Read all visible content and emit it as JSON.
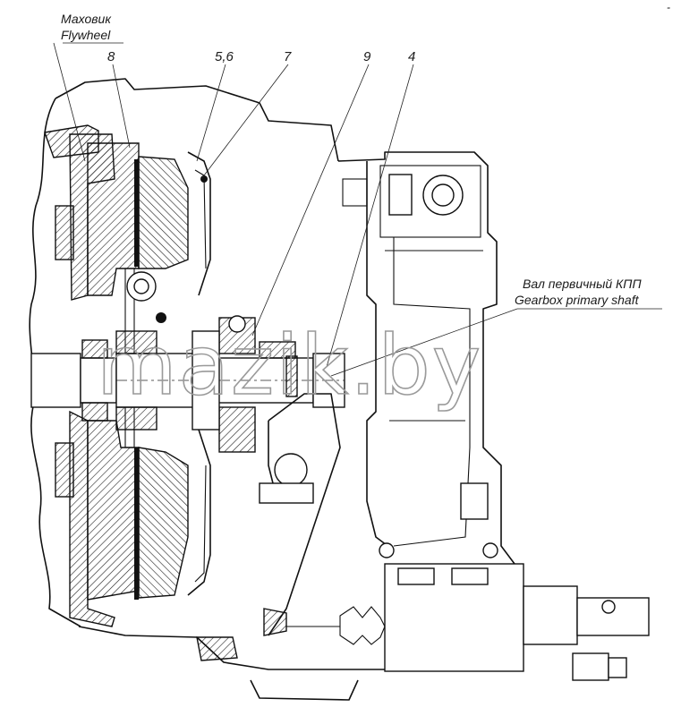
{
  "labels": {
    "flywheel_ru": "Маховик",
    "flywheel_en": "Flywheel",
    "callout_8": "8",
    "callout_56": "5,6",
    "callout_7": "7",
    "callout_9": "9",
    "callout_4": "4",
    "shaft_ru": "Вал первичный КПП",
    "shaft_en": "Gearbox primary shaft",
    "corner_mark": "-"
  },
  "watermark": "mazik.by"
}
